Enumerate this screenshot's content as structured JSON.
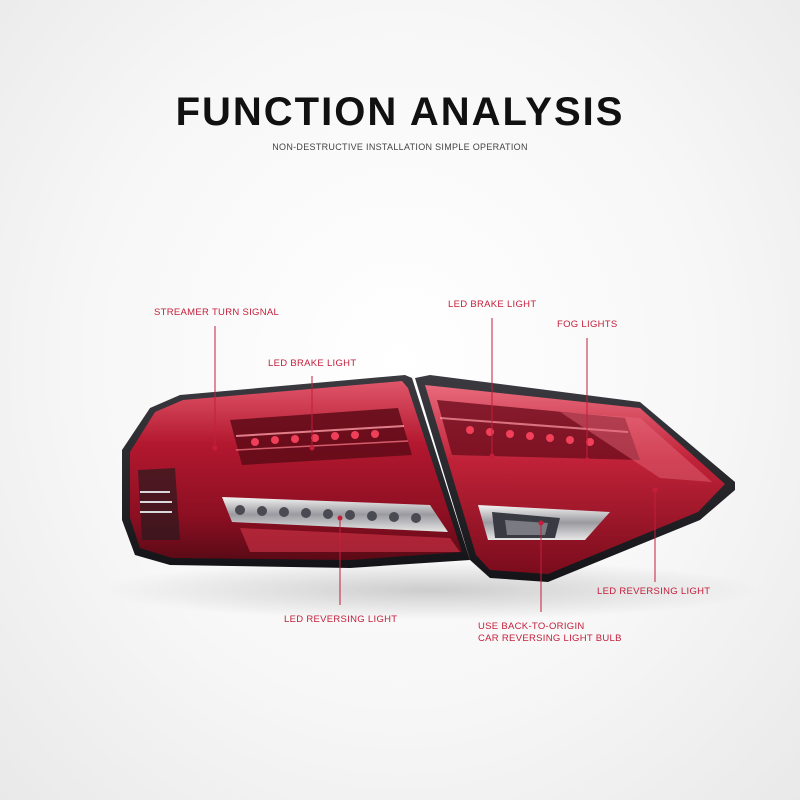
{
  "header": {
    "title": "FUNCTION ANALYSIS",
    "subtitle": "NON-DESTRUCTIVE INSTALLATION SIMPLE OPERATION"
  },
  "callouts": {
    "streamer_turn_signal": "STREAMER TURN SIGNAL",
    "led_brake_light_left": "LED BRAKE LIGHT",
    "led_brake_light_right": "LED BRAKE LIGHT",
    "fog_lights": "FOG LIGHTS",
    "led_reversing_light_right": "LED REVERSING LIGHT",
    "led_reversing_light_left": "LED REVERSING LIGHT",
    "back_to_origin_line1": "USE BACK-TO-ORIGIN",
    "back_to_origin_line2": "CAR REVERSING LIGHT BULB"
  },
  "colors": {
    "accent": "#c41e3a",
    "lamp_red": "#b3182f",
    "lamp_dark": "#2a2a2e"
  }
}
